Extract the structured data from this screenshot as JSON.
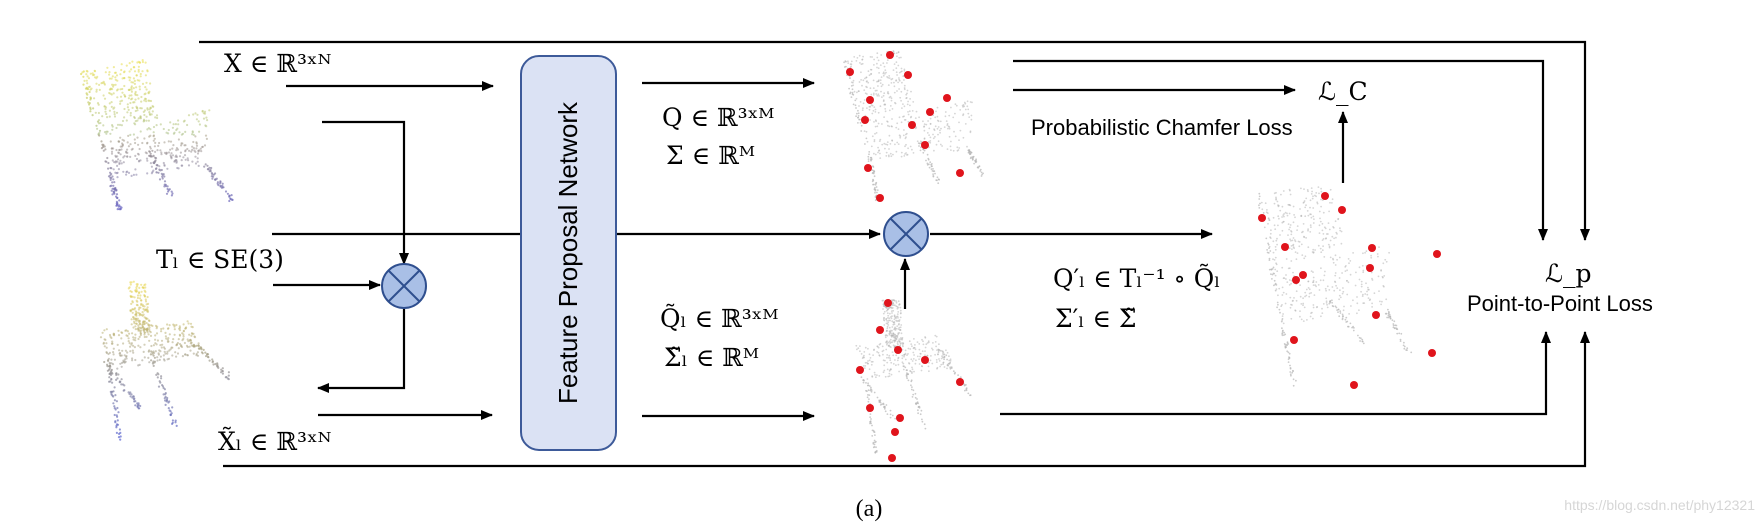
{
  "labels": {
    "x_input": "X ∈ ℝ³ˣᴺ",
    "t_input": "Tₗ ∈ SE(3)",
    "xl_input": "X̃ₗ ∈ ℝ³ˣᴺ",
    "network": "Feature Proposal Network",
    "q_out": "Q ∈ ℝ³ˣᴹ",
    "sigma_out": "Σ ∈ ℝᴹ",
    "ql_out": "Q̃ₗ ∈ ℝ³ˣᴹ",
    "sigmal_out": "Σ̃ₗ ∈ ℝᴹ",
    "q_prime": "Q′ₗ ∈ Tₗ⁻¹ ∘ Q̃ₗ",
    "sigma_prime": "Σ′ₗ ∈ Σ̃",
    "chamfer_symbol": "ℒ_C",
    "chamfer_label": "Probabilistic Chamfer Loss",
    "p2p_symbol": "ℒ_p",
    "p2p_label": "Point-to-Point Loss",
    "caption": "(a)",
    "watermark": "https://blog.csdn.net/phy12321"
  },
  "colors": {
    "network_fill": "#dbe2f4",
    "network_stroke": "#3d5a99",
    "multiply_fill": "#a9bfe6",
    "multiply_stroke": "#2f4f8f",
    "keypoint": "#e0141c",
    "cloud_gray": "#b5b5b5"
  },
  "icons": {
    "chair_input_top": "chair-point-cloud-icon",
    "chair_input_bottom": "chair-point-cloud-icon",
    "multiply_node": "circled-times-icon"
  }
}
